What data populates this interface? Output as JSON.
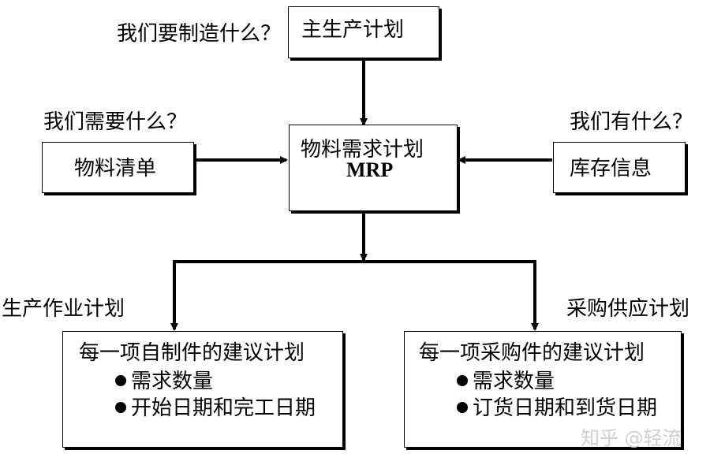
{
  "questions": {
    "make": "我们要制造什么？",
    "need": "我们需要什么？",
    "have": "我们有什么？"
  },
  "boxes": {
    "mps": "主生产计划",
    "bom": "物料清单",
    "mrp_line1": "物料需求计划",
    "mrp_line2": "MRP",
    "inventory": "库存信息"
  },
  "side_labels": {
    "production": "生产作业计划",
    "purchasing": "采购供应计划"
  },
  "production_box": {
    "title": "每一项自制件的建议计划",
    "items": [
      "需求数量",
      "开始日期和完工日期"
    ]
  },
  "purchase_box": {
    "title": "每一项采购件的建议计划",
    "items": [
      "需求数量",
      "订货日期和到货日期"
    ]
  },
  "watermark": "知乎 @轻流"
}
